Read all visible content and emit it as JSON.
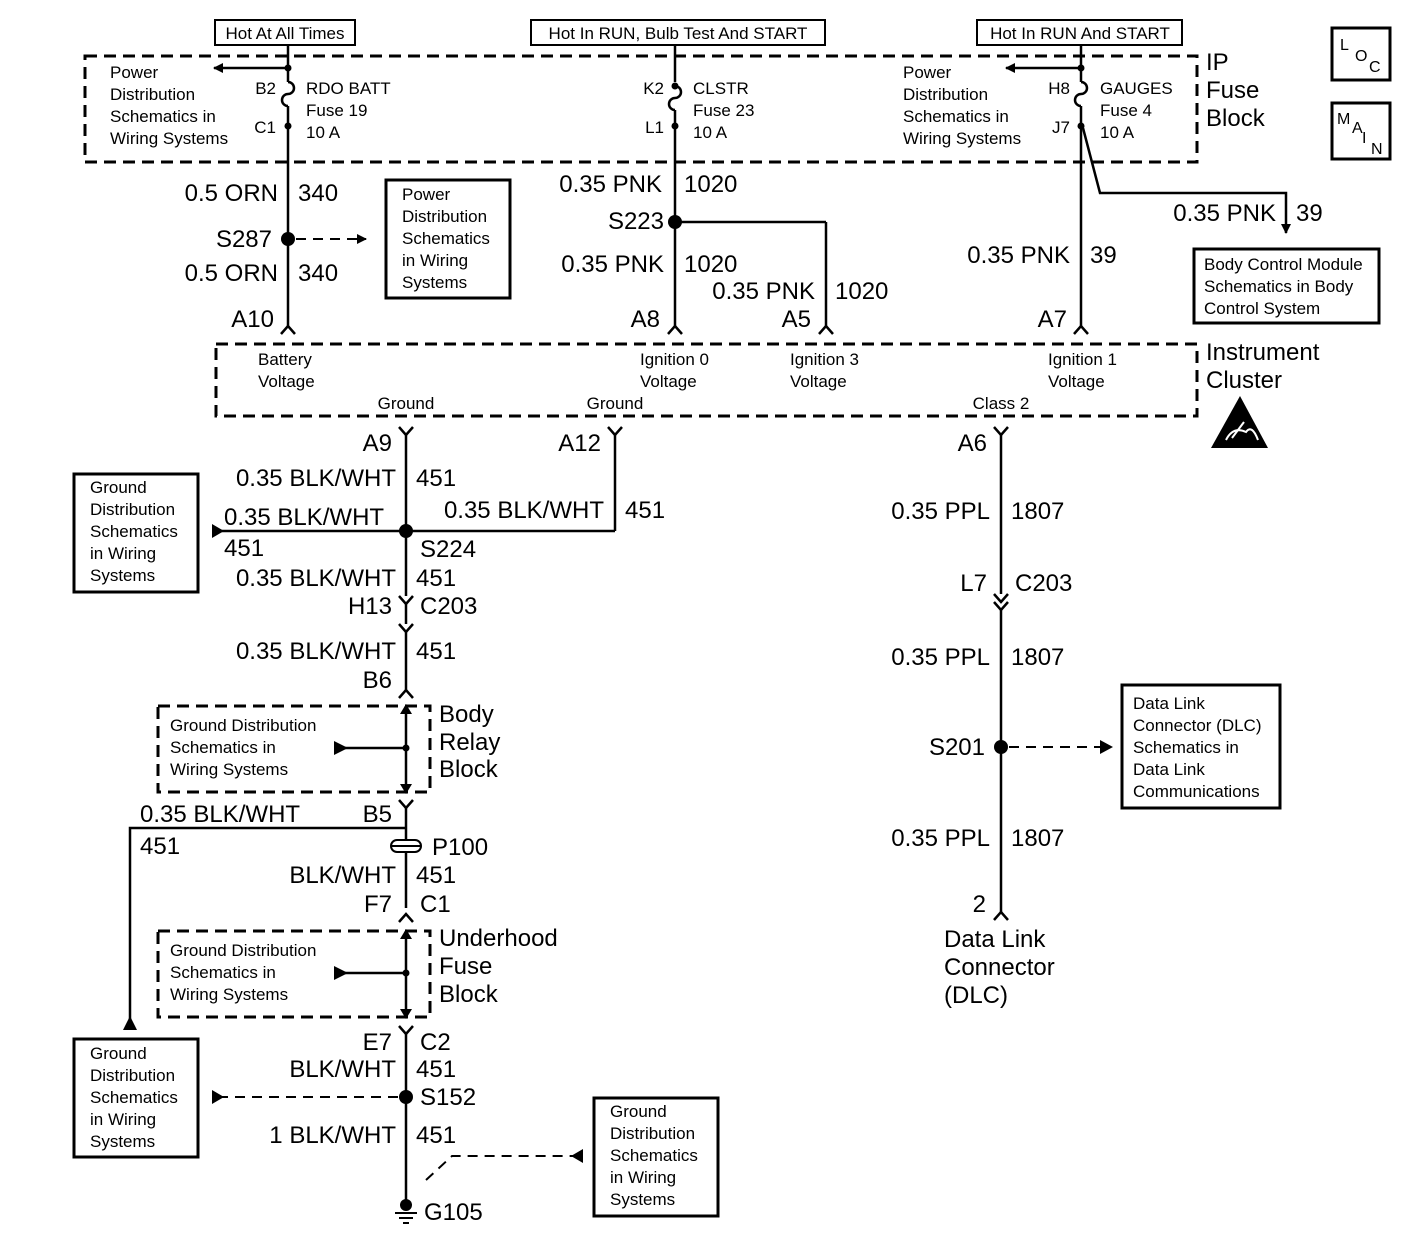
{
  "header": {
    "hot_all": "Hot At All Times",
    "hot_run_bulb": "Hot In RUN, Bulb Test And START",
    "hot_run_start": "Hot In RUN And START"
  },
  "nav": {
    "loc": [
      "L",
      "O",
      "C"
    ],
    "main": [
      "M",
      "A",
      "I",
      "N"
    ]
  },
  "fuse_block": {
    "label": [
      "IP",
      "Fuse",
      "Block"
    ],
    "pds_left": [
      "Power",
      "Distribution",
      "Schematics in",
      "Wiring Systems"
    ],
    "pds_right": [
      "Power",
      "Distribution",
      "Schematics in",
      "Wiring Systems"
    ],
    "fuse19": {
      "in": "B2",
      "out": "C1",
      "lines": [
        "RDO BATT",
        "Fuse 19",
        "10 A"
      ]
    },
    "fuse23": {
      "in": "K2",
      "out": "L1",
      "lines": [
        "CLSTR",
        "Fuse 23",
        "10 A"
      ]
    },
    "fuse4": {
      "in": "H8",
      "out": "J7",
      "lines": [
        "GAUGES",
        "Fuse 4",
        "10 A"
      ]
    }
  },
  "circuits": {
    "orn_top": [
      "0.5 ORN",
      "340"
    ],
    "orn_bot": [
      "0.5 ORN",
      "340"
    ],
    "pnk_top": [
      "0.35 PNK",
      "1020"
    ],
    "pnk_mid": [
      "0.35 PNK",
      "1020"
    ],
    "pnk_a5": [
      "0.35 PNK",
      "1020"
    ],
    "pnk_a7": [
      "0.35 PNK",
      "39"
    ],
    "pnk_bcm": [
      "0.35 PNK",
      "39"
    ],
    "bw_a9": [
      "0.35 BLK/WHT",
      "451"
    ],
    "bw_left": [
      "0.35 BLK/WHT",
      "451"
    ],
    "bw_a12": [
      "0.35 BLK/WHT",
      "451"
    ],
    "bw_below_s224": [
      "0.35 BLK/WHT",
      "451"
    ],
    "bw_b6": [
      "0.35 BLK/WHT",
      "451"
    ],
    "bw_b5": [
      "0.35 BLK/WHT",
      "451"
    ],
    "bw_p100": [
      "BLK/WHT",
      "451"
    ],
    "bw_c2": [
      "BLK/WHT",
      "451"
    ],
    "bw_s152": [
      "1 BLK/WHT",
      "451"
    ],
    "ppl_a6": [
      "0.35 PPL",
      "1807"
    ],
    "ppl_c203": [
      "0.35 PPL",
      "1807"
    ],
    "ppl_s201": [
      "0.35 PPL",
      "1807"
    ]
  },
  "splices": {
    "s287": "S287",
    "s223": "S223",
    "s224": "S224",
    "s201": "S201",
    "s152": "S152",
    "g105": "G105",
    "p100": "P100"
  },
  "terminals": {
    "a10": "A10",
    "a8": "A8",
    "a5": "A5",
    "a7": "A7",
    "a9": "A9",
    "a12": "A12",
    "a6": "A6",
    "h13": "H13",
    "c203a": "C203",
    "l7": "L7",
    "c203b": "C203",
    "b6": "B6",
    "b5": "B5",
    "f7": "F7",
    "c1": "C1",
    "e7": "E7",
    "c2": "C2",
    "dlc_pin": "2"
  },
  "cluster": {
    "label": [
      "Instrument",
      "Cluster"
    ],
    "battery": [
      "Battery",
      "Voltage"
    ],
    "ign0": [
      "Ignition 0",
      "Voltage"
    ],
    "ign3": [
      "Ignition 3",
      "Voltage"
    ],
    "ign1": [
      "Ignition 1",
      "Voltage"
    ],
    "ground1": "Ground",
    "ground2": "Ground",
    "class2": "Class 2"
  },
  "boxes": {
    "pds_s287": [
      "Power",
      "Distribution",
      "Schematics",
      "in Wiring",
      "Systems"
    ],
    "bcm": [
      "Body Control Module",
      "Schematics in Body",
      "Control System"
    ],
    "gds_s224": [
      "Ground",
      "Distribution",
      "Schematics",
      "in Wiring",
      "Systems"
    ],
    "gds_s152": [
      "Ground",
      "Distribution",
      "Schematics",
      "in Wiring",
      "Systems"
    ],
    "gds_g105": [
      "Ground",
      "Distribution",
      "Schematics",
      "in Wiring",
      "Systems"
    ],
    "dlc_box": [
      "Data Link",
      "Connector (DLC)",
      "Schematics in",
      "Data Link",
      "Communications"
    ],
    "brb_gds": [
      "Ground Distribution",
      "Schematics in",
      "Wiring Systems"
    ],
    "ufb_gds": [
      "Ground Distribution",
      "Schematics in",
      "Wiring Systems"
    ]
  },
  "components": {
    "body_relay": [
      "Body",
      "Relay",
      "Block"
    ],
    "underhood": [
      "Underhood",
      "Fuse",
      "Block"
    ],
    "dlc": [
      "Data Link",
      "Connector",
      "(DLC)"
    ]
  }
}
